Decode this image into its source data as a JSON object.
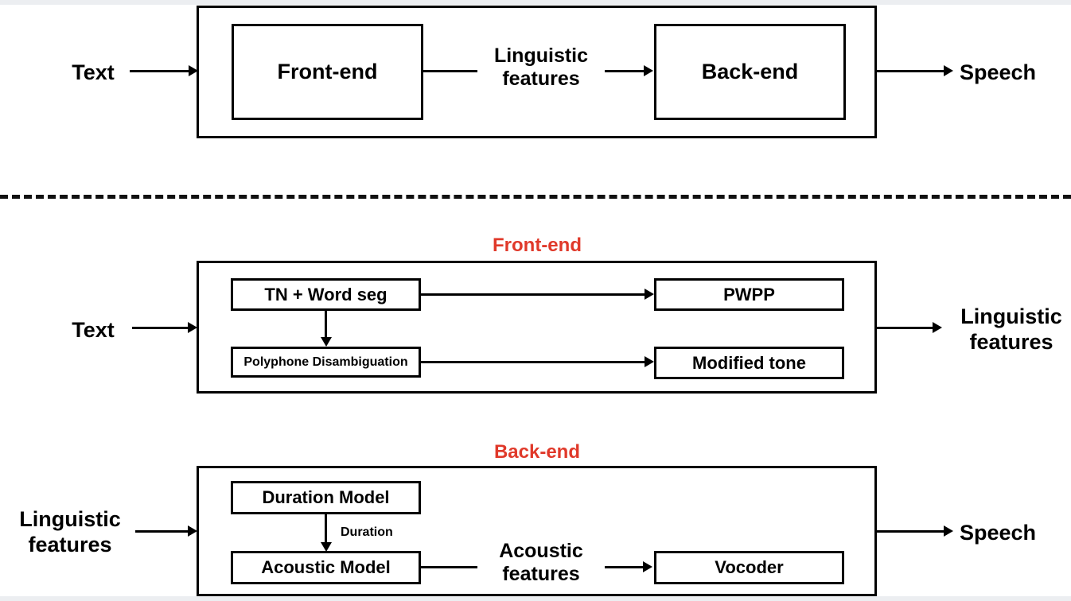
{
  "figure": {
    "title": "Text-to-Speech pipeline: overview and expanded front-end / back-end",
    "accent_color": "#e0392a",
    "line_color": "#000000",
    "background": "#ffffff"
  },
  "overview": {
    "input_label": "Text",
    "output_label": "Speech",
    "middle_edge_label": "Linguistic\nfeatures",
    "nodes": [
      {
        "id": "front-end",
        "label": "Front-end"
      },
      {
        "id": "back-end",
        "label": "Back-end"
      }
    ]
  },
  "frontend_detail": {
    "section_title": "Front-end",
    "input_label": "Text",
    "output_label": "Linguistic\nfeatures",
    "nodes": [
      {
        "id": "tn-word-seg",
        "label": "TN + Word seg"
      },
      {
        "id": "polyphone-disambiguation",
        "label": "Polyphone  Disambiguation"
      },
      {
        "id": "pwpp",
        "label": "PWPP"
      },
      {
        "id": "modified-tone",
        "label": "Modified tone"
      }
    ]
  },
  "backend_detail": {
    "section_title": "Back-end",
    "input_label": "Linguistic\nfeatures",
    "output_label": "Speech",
    "duration_edge_label": "Duration",
    "acoustic_edge_label": "Acoustic\nfeatures",
    "nodes": [
      {
        "id": "duration-model",
        "label": "Duration Model"
      },
      {
        "id": "acoustic-model",
        "label": "Acoustic Model"
      },
      {
        "id": "vocoder",
        "label": "Vocoder"
      }
    ]
  }
}
